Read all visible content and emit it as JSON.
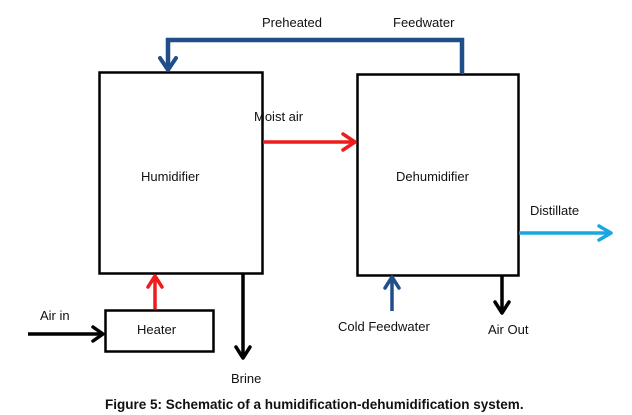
{
  "figure": {
    "caption": "Figure 5: Schematic of a humidification-dehumidification system."
  },
  "components": {
    "humidifier": "Humidifier",
    "dehumidifier": "Dehumidifier",
    "heater": "Heater"
  },
  "streams": {
    "preheated": "Preheated",
    "feedwater": "Feedwater",
    "moist_air": "Moist air",
    "distillate": "Distillate",
    "air_in": "Air in",
    "brine": "Brine",
    "cold_feedwater": "Cold Feedwater",
    "air_out": "Air Out"
  },
  "colors": {
    "feedwater": "#1f4e89",
    "hot_air": "#ee1c1c",
    "distillate": "#1aa7e0",
    "black": "#000000"
  }
}
